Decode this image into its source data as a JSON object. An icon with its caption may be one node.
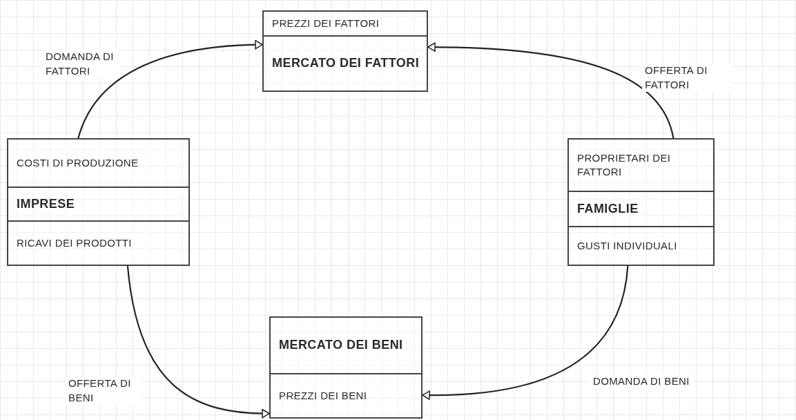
{
  "diagram": {
    "nodes": [
      {
        "text": [
          "PREZZI DEI FATTORI",
          "MERCATO DEI FATTORI"
        ]
      },
      {
        "text": [
          "COSTI DI PRODUZIONE",
          "IMPRESE",
          "RICAVI DEI PRODOTTI"
        ]
      },
      {
        "text": [
          "PROPRIETARI DEI FATTORI",
          "FAMIGLIE",
          "GUSTI INDIVIDUALI"
        ]
      },
      {
        "text": [
          "MERCATO DEI BENI",
          "PREZZI DEI BENI"
        ]
      }
    ],
    "edges": [
      {
        "from": 1,
        "to": 0,
        "arrow": "to",
        "label": "DOMANDA DI FATTORI"
      },
      {
        "from": 2,
        "to": 0,
        "arrow": "to",
        "label": "OFFERTA DI FATTORI"
      },
      {
        "from": 1,
        "to": 3,
        "arrow": "to",
        "label": "OFFERTA DI BENI"
      },
      {
        "from": 2,
        "to": 3,
        "arrow": "to",
        "label": "DOMANDA DI BENI"
      }
    ]
  }
}
